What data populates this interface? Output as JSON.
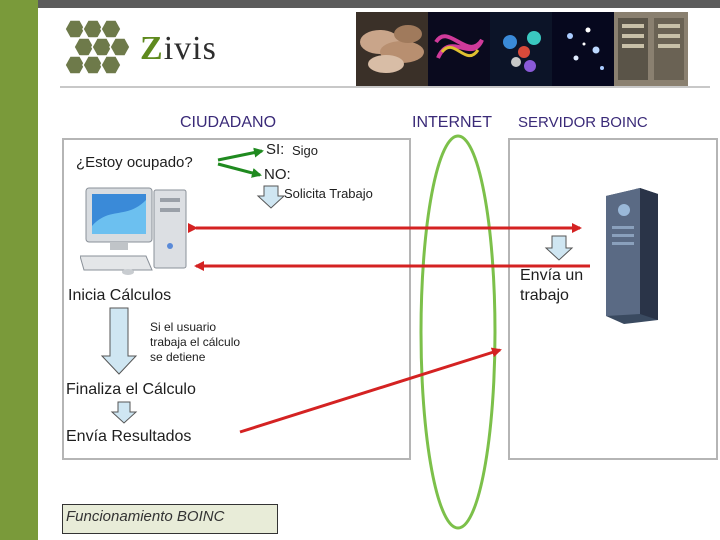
{
  "brand": {
    "name": "Zivis",
    "accent": "#5f8a1e",
    "logo_icon": "hexagon-cluster-icon"
  },
  "header": {
    "banner_images": [
      "hands-stack-image",
      "protein-structure-image",
      "molecule-image",
      "star-cluster-image",
      "server-rack-image"
    ]
  },
  "columns": {
    "citizen": "CIUDADANO",
    "internet": "INTERNET",
    "server": "SERVIDOR BOINC"
  },
  "citizen_flow": {
    "question": "¿Estoy ocupado?",
    "yes_label": "SI:",
    "yes_detail": "Sigo",
    "no_label": "NO:",
    "request": "Solicita Trabajo",
    "start": "Inicia Cálculos",
    "pause_note": [
      "Si el usuario",
      "trabaja el cálculo",
      "se detiene"
    ],
    "finish": "Finaliza el Cálculo",
    "send": "Envía Resultados"
  },
  "server_flow": {
    "send_work": [
      "Envía un",
      "trabajo"
    ]
  },
  "caption": "Funcionamiento BOINC",
  "colors": {
    "arrow_red": "#d42222",
    "arrow_green": "#1f8a1f",
    "ellipse_green": "#7cc04a",
    "down_arrow_fill": "#cfe6f2",
    "title_color": "#3a2a78"
  }
}
